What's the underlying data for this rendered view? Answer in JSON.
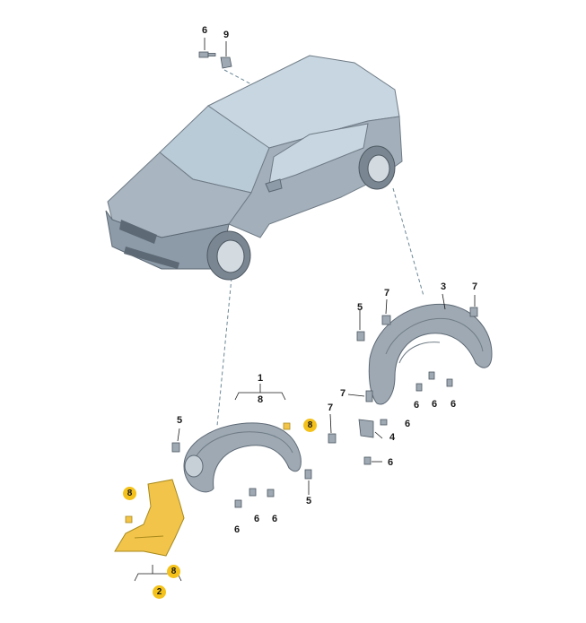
{
  "colors": {
    "car_body": "#a9b6c1",
    "car_shade": "#8d9ba8",
    "car_glass": "#c7d6e0",
    "liner": "#9ea9b3",
    "liner_dark": "#6f7b86",
    "highlight": "#f4c21a",
    "highlight_part": "#f2c44a",
    "leader": "#6b8796"
  },
  "callouts": {
    "c6_top": "6",
    "c9_top": "9",
    "c1": "1",
    "c8_group1": "8",
    "c3": "3",
    "c7_right_a": "7",
    "c7_right_b": "7",
    "c5_right": "5",
    "c7_mid": "7",
    "c7_low": "7",
    "c6_r1": "6",
    "c6_r2": "6",
    "c6_r3": "6",
    "c4": "4",
    "c6_r4": "6",
    "c5_left": "5",
    "c8_hl_left": "8",
    "c5_left_low": "5",
    "c6_l1": "6",
    "c6_l2": "6",
    "c6_l3": "6",
    "c8_hl_mid": "8",
    "c8_bottom": "8",
    "c2": "2"
  }
}
